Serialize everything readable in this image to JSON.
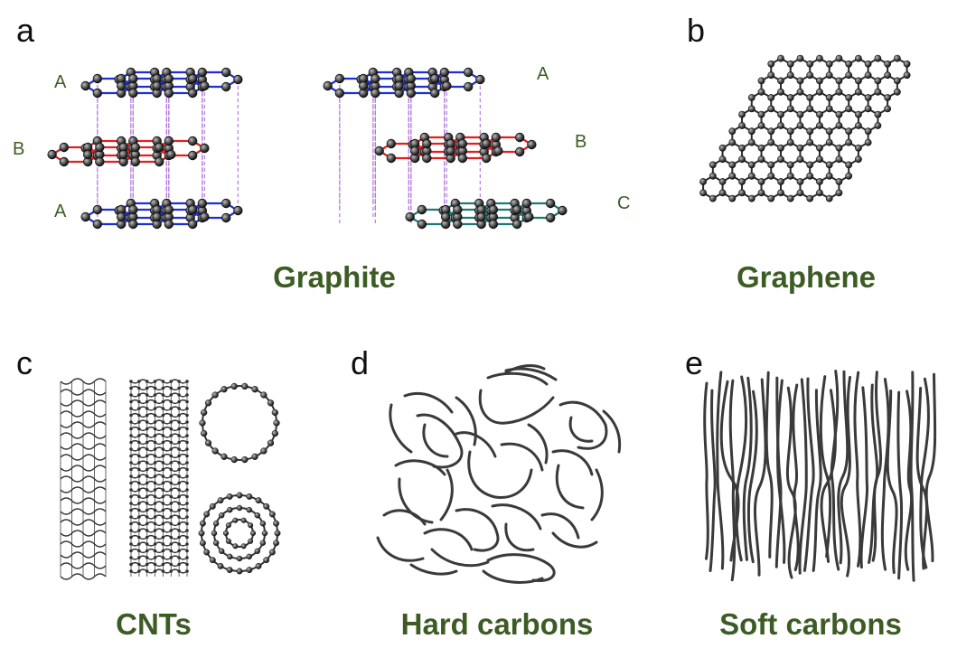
{
  "colors": {
    "caption": "#3d5c25",
    "layer_label": "#3d5c25",
    "layer_A": "#1f2fd6",
    "layer_B": "#e02020",
    "layer_C": "#1a7a78",
    "stacking_guide": "#b77be0",
    "atom": "#3a3a3a",
    "line_art": "#3a3a3a"
  },
  "panels": [
    {
      "letter": "a",
      "caption": "Graphite",
      "layer_labels_left": [
        "A",
        "B",
        "A"
      ],
      "layer_labels_right": [
        "A",
        "B",
        "C"
      ]
    },
    {
      "letter": "b",
      "caption": "Graphene"
    },
    {
      "letter": "c",
      "caption": "CNTs"
    },
    {
      "letter": "d",
      "caption": "Hard carbons"
    },
    {
      "letter": "e",
      "caption": "Soft carbons"
    }
  ]
}
